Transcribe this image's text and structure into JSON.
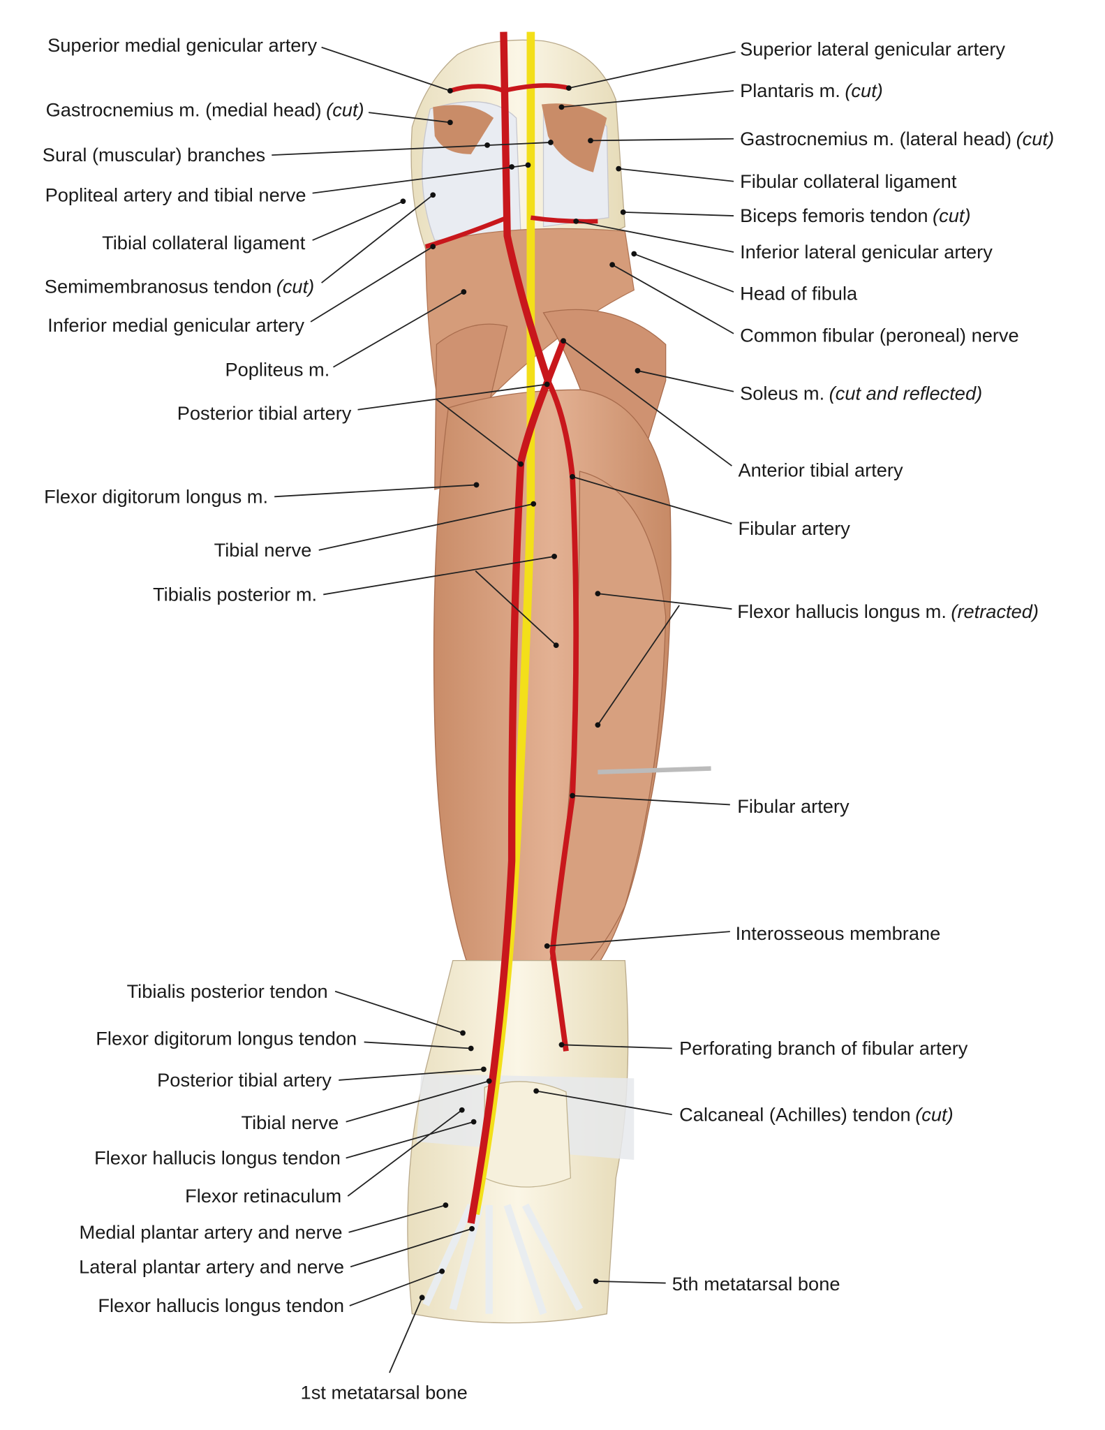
{
  "colors": {
    "artery": "#c8171c",
    "nerve": "#f3df1a",
    "muscle": "#d9a07e",
    "bone": "#f4ecd2",
    "tendon": "#eef0ec"
  },
  "labels": {
    "left": [
      {
        "name": "Superior medial genicular artery"
      },
      {
        "name": "Gastrocnemius m. (medial head)",
        "italic": "(cut)"
      },
      {
        "name": "Sural (muscular) branches"
      },
      {
        "name": "Popliteal artery and tibial nerve"
      },
      {
        "name": "Tibial collateral ligament"
      },
      {
        "name": "Semimembranosus tendon",
        "italic": "(cut)"
      },
      {
        "name": "Inferior medial genicular artery"
      },
      {
        "name": "Popliteus m."
      },
      {
        "name": "Posterior tibial artery"
      },
      {
        "name": "Flexor digitorum longus m."
      },
      {
        "name": "Tibial nerve"
      },
      {
        "name": "Tibialis posterior m."
      },
      {
        "name": "Tibialis posterior tendon"
      },
      {
        "name": "Flexor digitorum longus tendon"
      },
      {
        "name": "Posterior tibial artery"
      },
      {
        "name": "Tibial nerve"
      },
      {
        "name": "Flexor hallucis longus tendon"
      },
      {
        "name": "Flexor retinaculum"
      },
      {
        "name": "Medial plantar artery and nerve"
      },
      {
        "name": "Lateral plantar artery and nerve"
      },
      {
        "name": "Flexor hallucis longus tendon"
      },
      {
        "name": "1st metatarsal bone"
      }
    ],
    "right": [
      {
        "name": "Superior lateral genicular artery"
      },
      {
        "name": "Plantaris m.",
        "italic": "(cut)"
      },
      {
        "name": "Gastrocnemius m. (lateral head)",
        "italic": "(cut)"
      },
      {
        "name": "Fibular collateral ligament"
      },
      {
        "name": "Biceps femoris tendon",
        "italic": "(cut)"
      },
      {
        "name": "Inferior lateral genicular artery"
      },
      {
        "name": "Head of fibula"
      },
      {
        "name": "Common fibular (peroneal) nerve"
      },
      {
        "name": "Soleus m.",
        "italic": "(cut and reflected)"
      },
      {
        "name": "Anterior tibial artery"
      },
      {
        "name": "Fibular artery"
      },
      {
        "name": "Flexor hallucis longus m.",
        "italic": "(retracted)"
      },
      {
        "name": "Fibular artery"
      },
      {
        "name": "Interosseous membrane"
      },
      {
        "name": "Perforating branch of fibular artery"
      },
      {
        "name": "Calcaneal (Achilles) tendon",
        "italic": "(cut)"
      },
      {
        "name": "5th metatarsal bone"
      }
    ]
  }
}
